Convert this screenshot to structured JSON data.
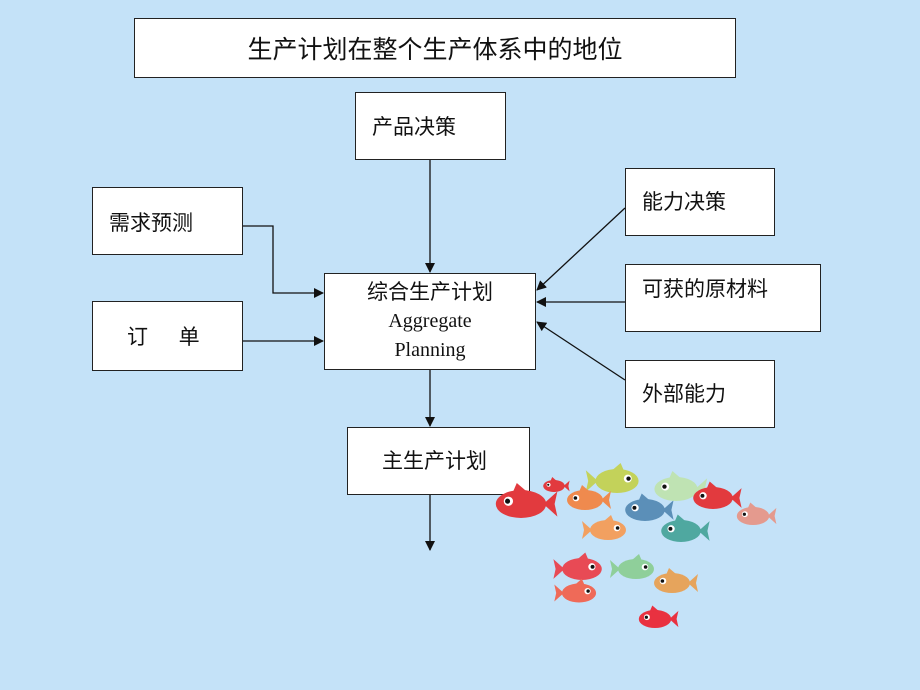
{
  "title": "生产计划在整个生产体系中的地位",
  "boxes": {
    "product_decision": "产品决策",
    "demand_forecast": "需求预测",
    "orders": "订 单",
    "aggregate_planning_cn": "综合生产计划",
    "aggregate_planning_en_1": "Aggregate",
    "aggregate_planning_en_2": "Planning",
    "master_schedule": "主生产计划",
    "capacity_decision": "能力决策",
    "available_materials": "可获的原材料",
    "external_capacity": "外部能力"
  },
  "colors": {
    "background": "#c4e2f8",
    "box_fill": "#ffffff",
    "line": "#111111"
  }
}
